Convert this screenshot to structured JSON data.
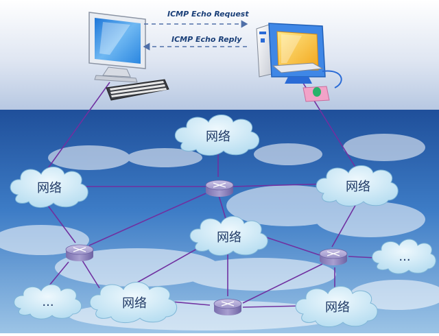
{
  "messages": {
    "request": "ICMP Echo Request",
    "reply": "ICMP Echo Reply"
  },
  "clouds": {
    "top": "网络",
    "left": "网络",
    "right": "网络",
    "center": "网络",
    "bottom_center": "网络",
    "bottom_right": "网络",
    "bottom_left": "...",
    "far_right": "..."
  },
  "colors": {
    "link": "#7030a0",
    "arrow": "#4f6fa8",
    "cloud_fill": "#c8e6f5",
    "router_fill": "#9a90c4"
  }
}
